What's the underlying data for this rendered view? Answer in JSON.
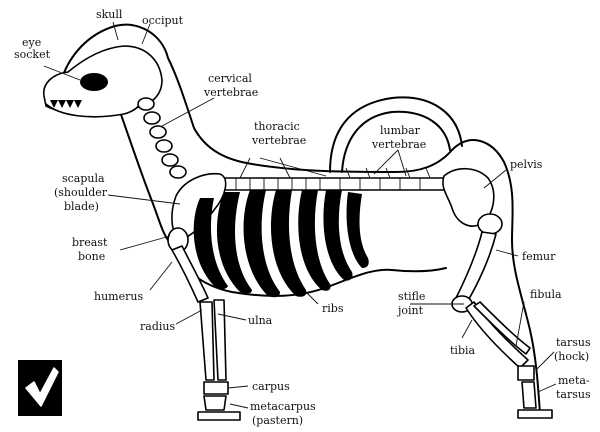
{
  "labels": {
    "skull": "skull",
    "occiput": "occiput",
    "eye_socket_1": "eye",
    "eye_socket_2": "socket",
    "cervical_1": "cervical",
    "cervical_2": "vertebrae",
    "thoracic_1": "thoracic",
    "thoracic_2": "vertebrae",
    "lumbar_1": "lumbar",
    "lumbar_2": "vertebrae",
    "pelvis": "pelvis",
    "scapula_1": "scapula",
    "scapula_2": "(shoulder",
    "scapula_3": "blade)",
    "breast_1": "breast",
    "breast_2": "bone",
    "humerus": "humerus",
    "radius": "radius",
    "ulna": "ulna",
    "ribs": "ribs",
    "femur": "femur",
    "stifle_1": "stifle",
    "stifle_2": "joint",
    "fibula": "fibula",
    "tibia": "tibia",
    "tarsus_1": "tarsus",
    "tarsus_2": "(hock)",
    "metatarsus_1": "meta-",
    "metatarsus_2": "tarsus",
    "carpus": "carpus",
    "metacarpus_1": "metacarpus",
    "metacarpus_2": "(pastern)"
  },
  "badge": {
    "icon": "checkmark-icon",
    "background": "#000000",
    "foreground": "#ffffff"
  }
}
